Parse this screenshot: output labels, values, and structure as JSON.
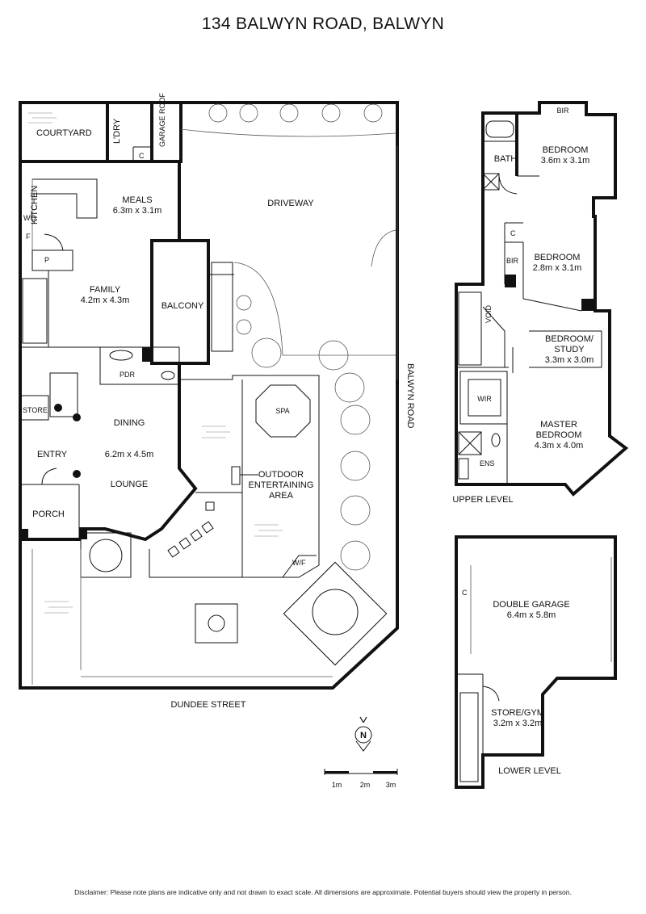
{
  "title": "134 BALWYN ROAD, BALWYN",
  "streets": {
    "right": "BALWYN ROAD",
    "bottom": "DUNDEE STREET"
  },
  "ground": {
    "courtyard": "COURTYARD",
    "laundry": "L'DRY",
    "cupboard": "C",
    "garage_roof": "GARAGE ROOF",
    "kitchen": "KITCHEN",
    "wo": "WO",
    "fridge": "F",
    "pantry": "P",
    "meals": "MEALS",
    "meals_dim": "6.3m x 3.1m",
    "family": "FAMILY",
    "family_dim": "4.2m x 4.3m",
    "balcony": "BALCONY",
    "driveway": "DRIVEWAY",
    "pdr": "PDR",
    "store": "STORE",
    "dining": "DINING",
    "dining_dim": "6.2m x 4.5m",
    "entry": "ENTRY",
    "lounge": "LOUNGE",
    "porch": "PORCH",
    "spa": "SPA",
    "outdoor_1": "OUTDOOR",
    "outdoor_2": "ENTERTAINING",
    "outdoor_3": "AREA",
    "wf": "W/F"
  },
  "upper": {
    "bir": "BIR",
    "bath": "BATH",
    "bed1": "BEDROOM",
    "bed1_dim": "3.6m x 3.1m",
    "cup": "C",
    "bir2": "BIR",
    "bed2": "BEDROOM",
    "bed2_dim": "2.8m x 3.1m",
    "void": "VOID",
    "study_1": "BEDROOM/",
    "study_2": "STUDY",
    "study_dim": "3.3m x 3.0m",
    "wir": "WIR",
    "master_1": "MASTER",
    "master_2": "BEDROOM",
    "master_dim": "4.3m x 4.0m",
    "ens": "ENS",
    "level": "UPPER LEVEL"
  },
  "lower": {
    "cup": "C",
    "garage": "DOUBLE GARAGE",
    "garage_dim": "6.4m x 5.8m",
    "gym": "STORE/GYM",
    "gym_dim": "3.2m x 3.2m",
    "level": "LOWER LEVEL"
  },
  "compass": "N",
  "scale": [
    "1m",
    "2m",
    "3m"
  ],
  "disclaimer": "Disclaimer: Please note plans are indicative only and not drawn to exact scale. All dimensions are approximate. Potential buyers should view the property in person."
}
